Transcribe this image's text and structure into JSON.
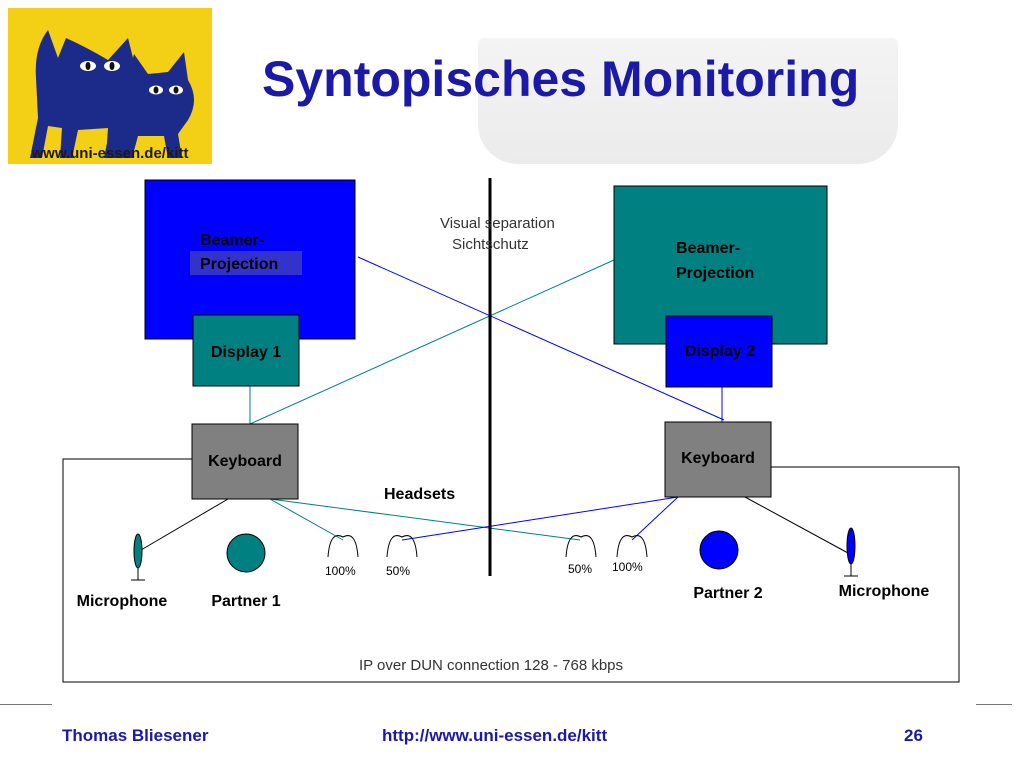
{
  "logo": {
    "url_text": "www.uni-essen.de/kitt"
  },
  "title": "Syntopisches Monitoring",
  "diagram": {
    "separation": {
      "line1": "Visual separation",
      "line2": "Sichtschutz"
    },
    "left": {
      "projection": {
        "line1": "Beamer-",
        "line2": "Projection",
        "color": "#0000ff"
      },
      "display": {
        "label": "Display 1",
        "color": "#008080"
      },
      "keyboard": {
        "label": "Keyboard",
        "color": "#808080"
      },
      "microphone": {
        "label": "Microphone",
        "color": "#008080"
      },
      "partner": {
        "label": "Partner 1",
        "color": "#008080"
      },
      "headsets": [
        "100%",
        "50%"
      ]
    },
    "right": {
      "projection": {
        "line1": "Beamer-",
        "line2": "Projection",
        "color": "#008080"
      },
      "display": {
        "label": "Display 2",
        "color": "#0000ff"
      },
      "keyboard": {
        "label": "Keyboard",
        "color": "#808080"
      },
      "microphone": {
        "label": "Microphone",
        "color": "#0000ff"
      },
      "partner": {
        "label": "Partner 2",
        "color": "#0000ff"
      },
      "headsets": [
        "50%",
        "100%"
      ]
    },
    "headsets_label": "Headsets",
    "connection_label": "IP over DUN connection 128 - 768 kbps"
  },
  "footer": {
    "author": "Thomas Bliesener",
    "url": "http://www.uni-essen.de/kitt",
    "page": "26"
  }
}
